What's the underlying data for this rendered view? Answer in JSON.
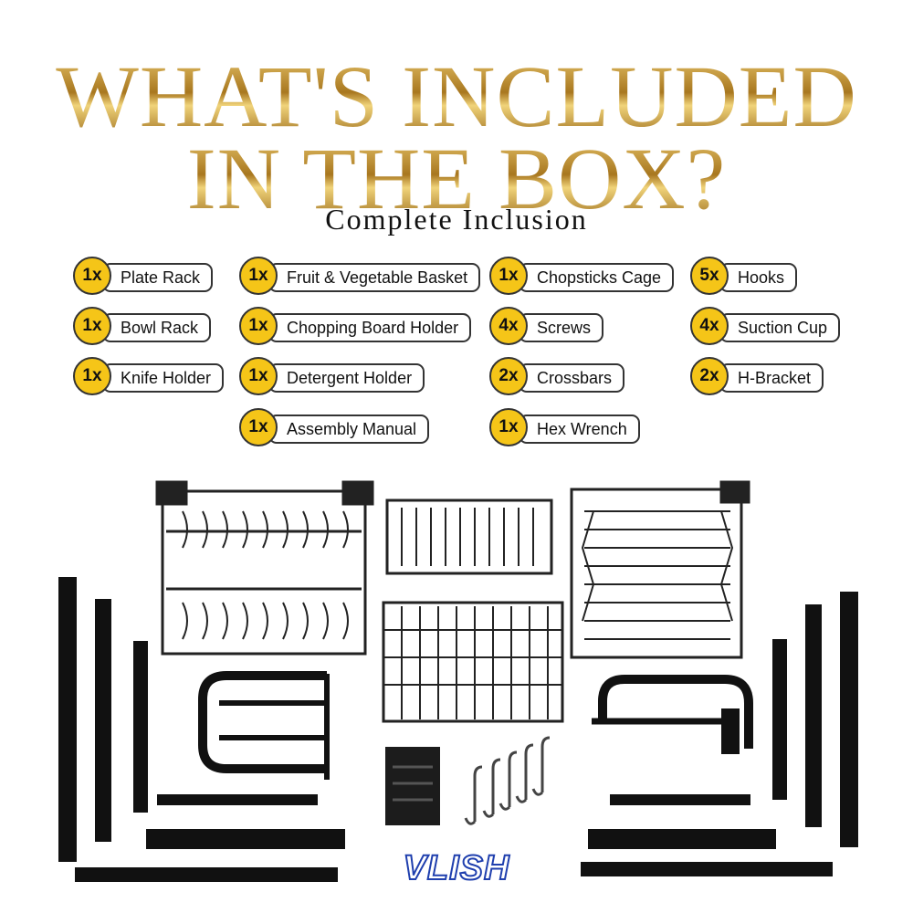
{
  "title_lines": [
    "WHAT'S INCLUDED",
    "IN THE BOX?"
  ],
  "subtitle": "Complete Inclusion",
  "brand": "VLISH",
  "colors": {
    "gold": "#b8892f",
    "badge": "#f5c518",
    "outline": "#333333"
  },
  "items": [
    {
      "qty": "1x",
      "label": "Plate Rack"
    },
    {
      "qty": "1x",
      "label": "Bowl Rack"
    },
    {
      "qty": "1x",
      "label": "Knife Holder"
    },
    {
      "qty": "1x",
      "label": "Fruit & Vegetable Basket"
    },
    {
      "qty": "1x",
      "label": "Chopping Board Holder"
    },
    {
      "qty": "1x",
      "label": "Detergent Holder"
    },
    {
      "qty": "1x",
      "label": "Assembly Manual"
    },
    {
      "qty": "1x",
      "label": "Chopsticks Cage"
    },
    {
      "qty": "4x",
      "label": "Screws"
    },
    {
      "qty": "2x",
      "label": "Crossbars"
    },
    {
      "qty": "1x",
      "label": "Hex Wrench"
    },
    {
      "qty": "5x",
      "label": "Hooks"
    },
    {
      "qty": "4x",
      "label": "Suction Cup"
    },
    {
      "qty": "2x",
      "label": "H-Bracket"
    }
  ]
}
